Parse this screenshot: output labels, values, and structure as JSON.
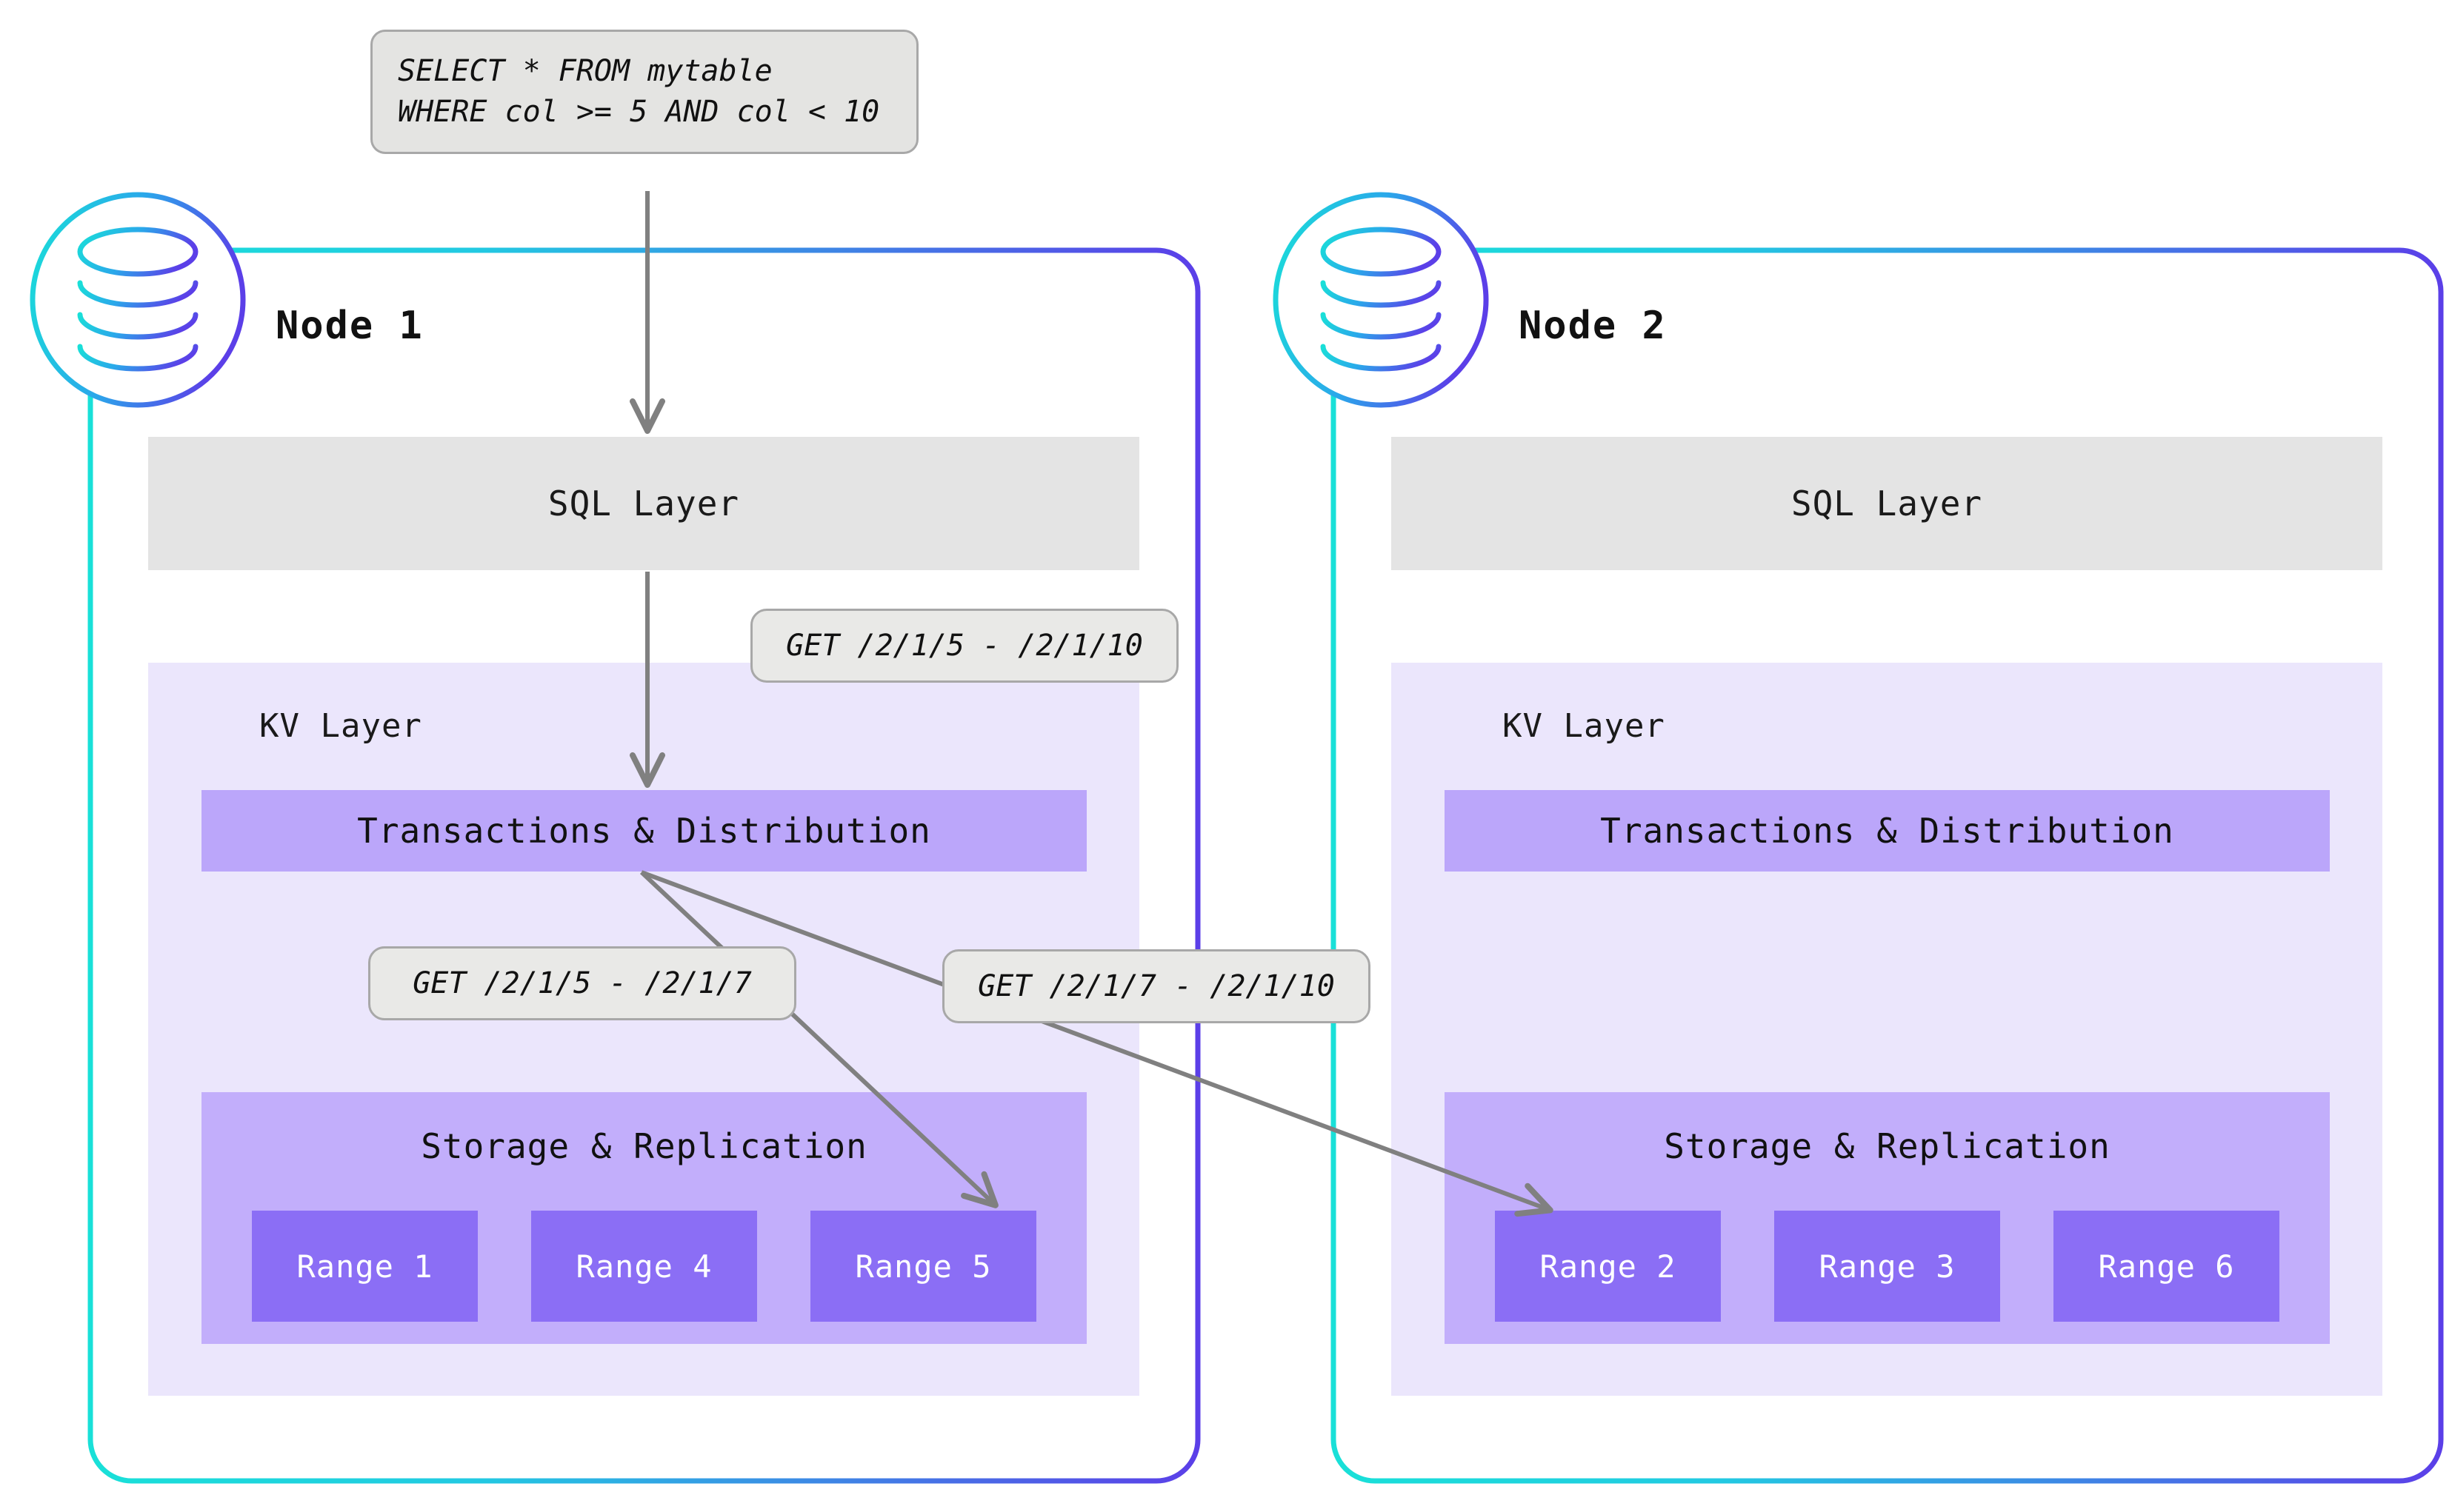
{
  "diagram": {
    "title": "CockroachDB distributed query execution across two nodes",
    "colors": {
      "node_border_start": "#19e0d8",
      "node_border_end": "#5b3fe8",
      "sql_layer_bg": "#e4e4e4",
      "kv_layer_bg": "#ebe6fc",
      "txn_box_bg": "#bba6fa",
      "storage_box_bg": "#c2aefb",
      "range_box_bg": "#8b6ef5",
      "bubble_bg": "#e9e9e7",
      "bubble_border": "#a8a8a8",
      "arrow_color": "#808080"
    }
  },
  "query": {
    "name": "sql-query",
    "line1": "SELECT * FROM mytable",
    "line2": "WHERE col >= 5 AND col < 10",
    "text": "SELECT * FROM mytable\nWHERE col >= 5 AND col < 10"
  },
  "labels": {
    "kv_request_full": "GET /2/1/5 - /2/1/10",
    "kv_request_left": "GET /2/1/5 - /2/1/7",
    "kv_request_right": "GET /2/1/7 - /2/1/10"
  },
  "nodes": [
    {
      "id": "node-1",
      "title": "Node 1",
      "icon": "database-cylinder-icon",
      "sql_layer_label": "SQL Layer",
      "kv_layer_label": "KV Layer",
      "txn_label": "Transactions & Distribution",
      "storage_label": "Storage & Replication",
      "ranges": [
        {
          "label": "Range 1"
        },
        {
          "label": "Range 4"
        },
        {
          "label": "Range 5"
        }
      ]
    },
    {
      "id": "node-2",
      "title": "Node 2",
      "icon": "database-cylinder-icon",
      "sql_layer_label": "SQL Layer",
      "kv_layer_label": "KV Layer",
      "txn_label": "Transactions & Distribution",
      "storage_label": "Storage & Replication",
      "ranges": [
        {
          "label": "Range 2"
        },
        {
          "label": "Range 3"
        },
        {
          "label": "Range 6"
        }
      ]
    }
  ]
}
